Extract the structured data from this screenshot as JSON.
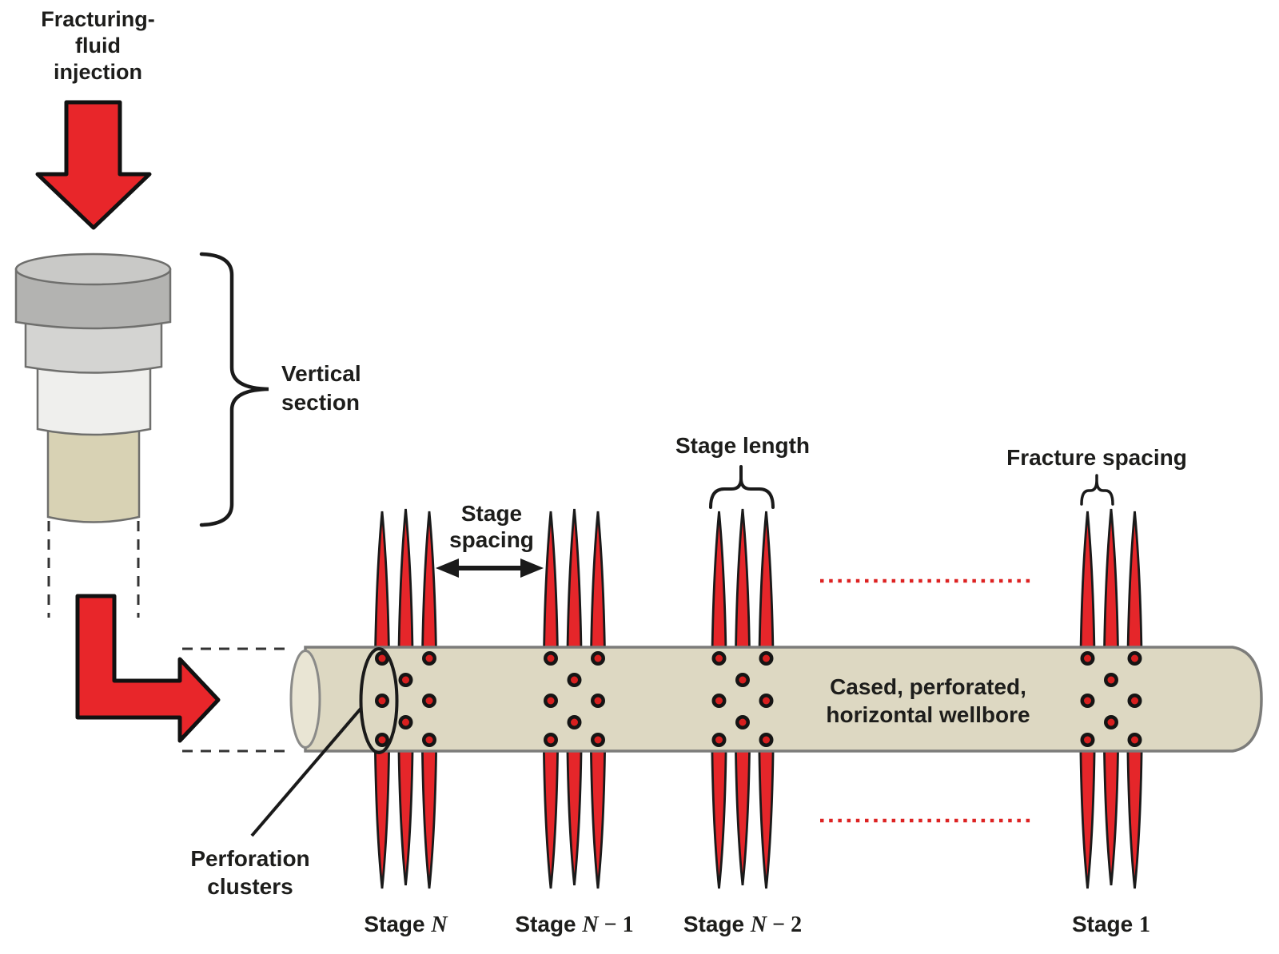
{
  "diagram": {
    "injection_lines": [
      "Fracturing-",
      "fluid",
      "injection"
    ],
    "vertical_section_lines": [
      "Vertical",
      "section"
    ],
    "stage_spacing_lines": [
      "Stage",
      "spacing"
    ],
    "stage_length_label": "Stage length",
    "fracture_spacing_label": "Fracture spacing",
    "wellbore_lines": [
      "Cased, perforated,",
      "horizontal wellbore"
    ],
    "perforation_clusters_lines": [
      "Perforation",
      "clusters"
    ],
    "stages": [
      {
        "name": "stage-n",
        "parts": [
          {
            "text": "Stage ",
            "math": false,
            "italic": false
          },
          {
            "text": "N",
            "math": true,
            "italic": true
          }
        ]
      },
      {
        "name": "stage-n-1",
        "parts": [
          {
            "text": "Stage ",
            "math": false,
            "italic": false
          },
          {
            "text": "N",
            "math": true,
            "italic": true
          },
          {
            "text": " − 1",
            "math": true,
            "italic": false
          }
        ]
      },
      {
        "name": "stage-n-2",
        "parts": [
          {
            "text": "Stage ",
            "math": false,
            "italic": false
          },
          {
            "text": "N",
            "math": true,
            "italic": true
          },
          {
            "text": " − 2",
            "math": true,
            "italic": false
          }
        ]
      },
      {
        "name": "stage-1",
        "parts": [
          {
            "text": "Stage ",
            "math": false,
            "italic": false
          },
          {
            "text": "1",
            "math": true,
            "italic": false
          }
        ]
      }
    ],
    "colors": {
      "fracture_red": "#e5262a",
      "arrow_red": "#e8262a",
      "outline_black": "#1a1a1a",
      "dot_inner_red": "#d81f1f",
      "dotted_line_red": "#dd2222",
      "wellbore_fill": "#ddd8c2",
      "wellbore_cap_fill": "#e9e5d4",
      "wellbore_stroke": "#7c7c7a",
      "wellhead_top_ellipse": "#c9c9c7",
      "wellhead_seg1": "#b3b3b1",
      "wellhead_seg2": "#d4d4d2",
      "wellhead_seg3": "#efefed",
      "wellhead_seg4": "#d8d2b4",
      "wellhead_stroke": "#6f6f6d",
      "text": "#1d1d1b"
    }
  }
}
